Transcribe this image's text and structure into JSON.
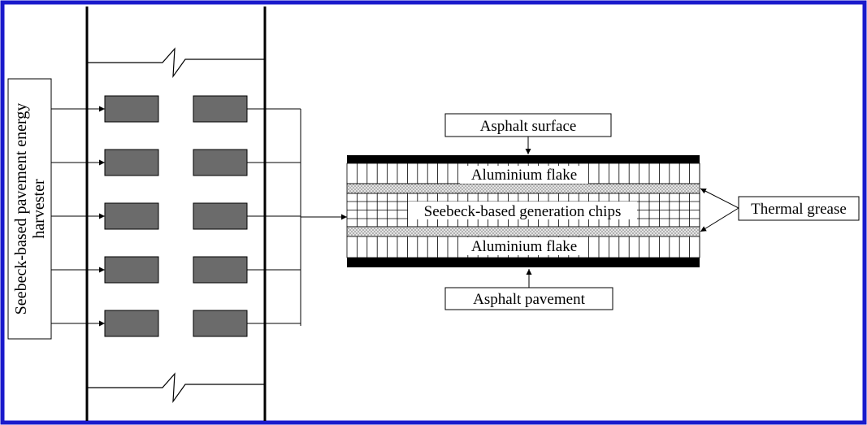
{
  "frame_color": "#1a1acc",
  "harvester_label": "Seebeck-based pavement energy harvester",
  "labels": {
    "asphalt_surface": "Asphalt surface",
    "aluminium_flake_top": "Aluminium flake",
    "generation_chips": "Seebeck-based generation chips",
    "aluminium_flake_bottom": "Aluminium flake",
    "asphalt_pavement": "Asphalt pavement",
    "thermal_grease": "Thermal grease"
  },
  "harvester_rows": 5,
  "harvester_columns": 2,
  "colors": {
    "block_fill": "#6b6b6b",
    "plate_fill": "#000000",
    "grease_fill": "#d6d6d6"
  }
}
